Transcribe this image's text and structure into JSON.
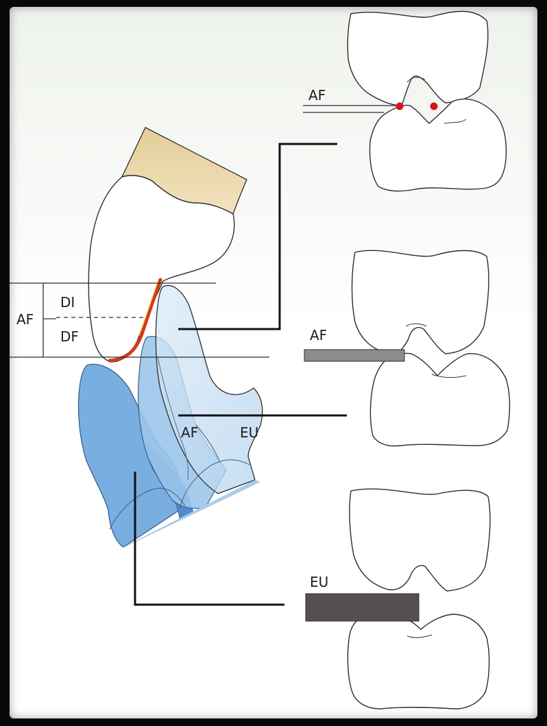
{
  "labels": {
    "af_top": "AF",
    "af_mid": "AF",
    "eu_bottom": "EU",
    "af_left": "AF",
    "di": "DI",
    "df": "DF",
    "af_lower": "AF",
    "eu_lower": "EU"
  },
  "colors": {
    "contact_line": "#d13a1c",
    "contact_point": "#d4151f",
    "crown_upper": "#e9d6a6",
    "tooth_blue_dark": "#6fa6d8",
    "tooth_blue_light": "#bcd8ef",
    "rest_plate_mid": "#8c8c8c",
    "rest_plate_dark": "#555050"
  }
}
